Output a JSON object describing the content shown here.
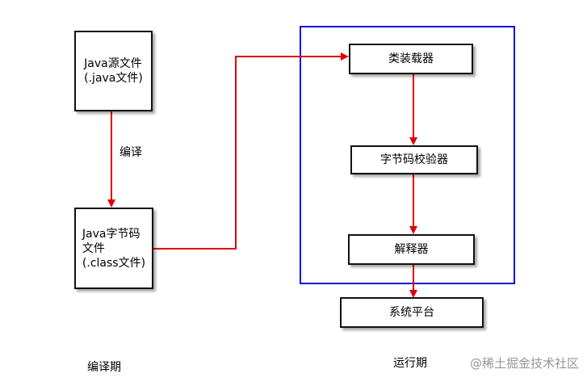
{
  "diagram": {
    "nodes": {
      "java_source": [
        "Java源文件",
        "(.java文件)"
      ],
      "bytecode": [
        "Java字节码",
        "文件",
        "(.class文件)"
      ],
      "class_loader": [
        "类装载器"
      ],
      "verifier": [
        "字节码校验器"
      ],
      "interpreter": [
        "解释器"
      ],
      "platform": [
        "系统平台"
      ]
    },
    "edge_labels": {
      "compile": "编译"
    },
    "phase_labels": {
      "compile_phase": "编译期",
      "runtime_phase": "运行期"
    },
    "colors": {
      "arrow": "#e00000",
      "runtime_frame": "#1010e0",
      "box_border": "#111111"
    }
  },
  "watermark": "@稀土掘金技术社区"
}
